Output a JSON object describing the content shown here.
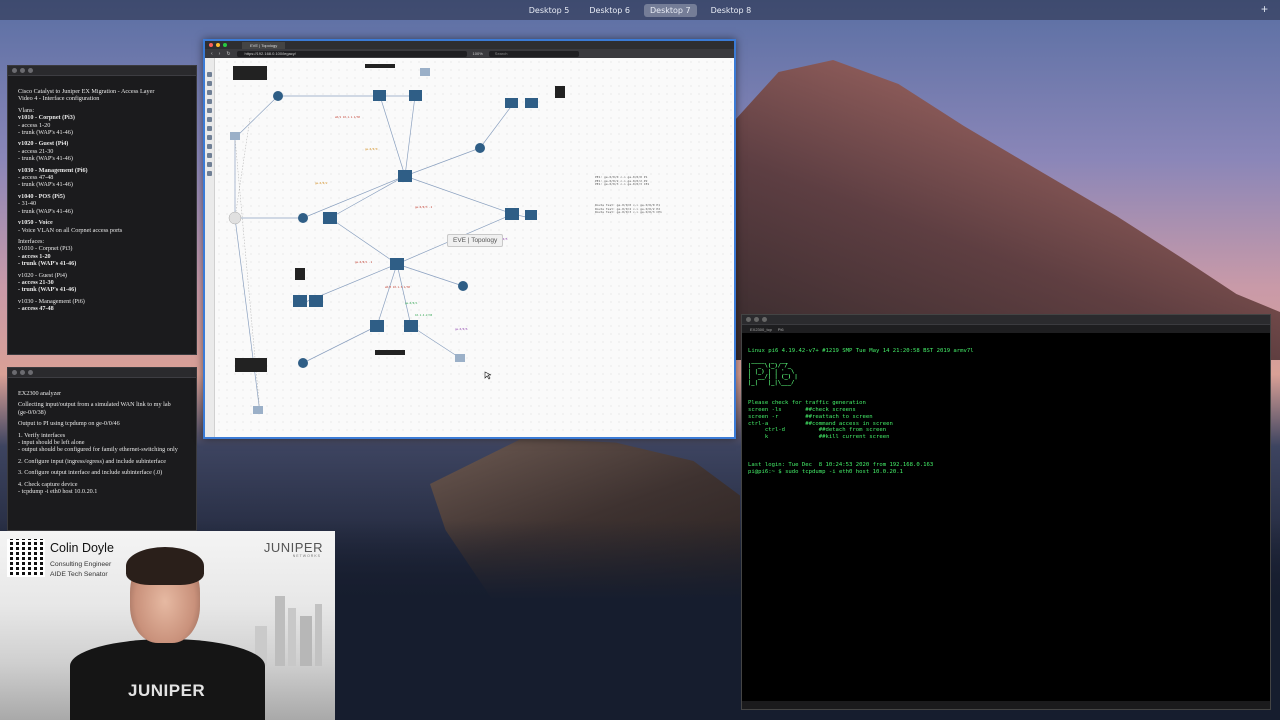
{
  "spaces": {
    "items": [
      "Desktop 5",
      "Desktop 6",
      "Desktop 7",
      "Desktop 8"
    ],
    "active_index": 2,
    "add_symbol": "+"
  },
  "notes_top": {
    "title_lines": [
      "Cisco Catalyst to Juniper EX Migration - Access Layer",
      "Video 4 - Interface configuration"
    ],
    "lines": [
      {
        "t": "Vlans:",
        "b": false
      },
      {
        "t": "v1010 - Corpnet (Pi3)",
        "b": true
      },
      {
        "t": "- access 1-20",
        "b": false
      },
      {
        "t": "- trunk (WAP's 41-46)",
        "b": false
      },
      {
        "t": "",
        "b": false
      },
      {
        "t": "v1020 - Guest (Pi4)",
        "b": true
      },
      {
        "t": "- access 21-30",
        "b": false
      },
      {
        "t": "- trunk (WAP's 41-46)",
        "b": false
      },
      {
        "t": "",
        "b": false
      },
      {
        "t": "v1030 - Management (Pi6)",
        "b": true
      },
      {
        "t": "- access 47-48",
        "b": false
      },
      {
        "t": "- trunk (WAP's 41-46)",
        "b": false
      },
      {
        "t": "",
        "b": false
      },
      {
        "t": "v1040 - POS (Pi5)",
        "b": true
      },
      {
        "t": "- 31-40",
        "b": false
      },
      {
        "t": "- trunk (WAP's 41-46)",
        "b": false
      },
      {
        "t": "",
        "b": false
      },
      {
        "t": "v1050 - Voice",
        "b": true
      },
      {
        "t": "- Voice VLAN on all Corpnet access ports",
        "b": false
      },
      {
        "t": "",
        "b": false
      },
      {
        "t": "Interfaces:",
        "b": false
      },
      {
        "t": "v1010 - Corpnet (Pi3)",
        "b": false
      },
      {
        "t": "- access 1-20",
        "b": true
      },
      {
        "t": "- trunk (WAP's 41-46)",
        "b": true
      },
      {
        "t": "",
        "b": false
      },
      {
        "t": "v1020 - Guest (Pi4)",
        "b": false
      },
      {
        "t": "- access 21-30",
        "b": true
      },
      {
        "t": "- trunk (WAP's 41-46)",
        "b": true
      },
      {
        "t": "",
        "b": false
      },
      {
        "t": "v1030 - Management (Pi6)",
        "b": false
      },
      {
        "t": "- access 47-48",
        "b": true
      }
    ]
  },
  "notes_bottom": {
    "lines": [
      {
        "t": "EX2300 analyzer",
        "b": false
      },
      {
        "t": "",
        "b": false
      },
      {
        "t": "Collecting input/output from a simulated WAN link to my lab",
        "b": false
      },
      {
        "t": "(ge-0/0/38)",
        "b": false
      },
      {
        "t": "",
        "b": false
      },
      {
        "t": "Output to PI using tcpdump on ge-0/0/46",
        "b": false
      },
      {
        "t": "",
        "b": false
      },
      {
        "t": "1. Verify interfaces",
        "b": false
      },
      {
        "t": "- input should be left alone",
        "b": false
      },
      {
        "t": "- output should be configured for family ethernet-switching only",
        "b": false
      },
      {
        "t": "",
        "b": false
      },
      {
        "t": "2. Configure input (ingress/egress) and include subinterface",
        "b": false
      },
      {
        "t": "",
        "b": false
      },
      {
        "t": "3. Configure output interface and include subinterface (.0)",
        "b": false
      },
      {
        "t": "",
        "b": false
      },
      {
        "t": "4. Check capture device",
        "b": false
      },
      {
        "t": "- tcpdump -i eth0 host 10.0.20.1",
        "b": false
      }
    ]
  },
  "browser": {
    "tab_title": "EVE | Topology",
    "url": "https://192.168.0.100/legacy/",
    "search_placeholder": "Search",
    "zoom": "100%",
    "canvas_label": "EVE | Topology",
    "notes_text_a": "PE1: ge-0/0/0 <-> ge-0/0/0 P1\nPE1: ge-0/0/2 <-> ge-0/0/2 P2\nPE1: ge-0/0/3 <-> ge-0/0/3 CE1",
    "notes_text_b": "Route Test: ge-0/0/0 <-> ge-0/0/0 P1\nRoute Test: ge-0/0/2 <-> ge-0/0/2 P2\nRoute Test: ge-0/0/3 <-> ge-0/0/3 CE1"
  },
  "terminal": {
    "tabs": [
      "EX2300_tcp",
      "Pi6"
    ],
    "header": "Linux pi6 4.19.42-v7+ #1219 SMP Tue May 14 21:20:58 BST 2019 armv7l",
    "ascii_art": " ____  _  __\n|  _ \\(_)/ /_\n| |_) | | '_ \\\n|  __/| | (_) |\n|_|   |_|\\___/",
    "help_lines": [
      "Please check for traffic generation",
      "screen -ls       ##check screens",
      "screen -r        ##reattach to screen",
      "ctrl-a           ##command access in screen",
      "     ctrl-d          ##detach from screen",
      "     k               ##kill current screen"
    ],
    "last_login": "Last login: Tue Dec  8 10:24:53 2020 from 192.168.0.163",
    "prompt": "pi@pi6:~ $",
    "command": "sudo tcpdump -i eth0 host 10.0.20.1"
  },
  "presenter": {
    "name": "Colin Doyle",
    "role": "Consulting Engineer",
    "title2": "AIDE Tech Senator",
    "brand": "JUNIPER",
    "brand_sub": "NETWORKS",
    "shirt": "JUNIPER"
  },
  "colors": {
    "terminal_green": "#45f06a",
    "window_border": "#3b7bd6"
  }
}
